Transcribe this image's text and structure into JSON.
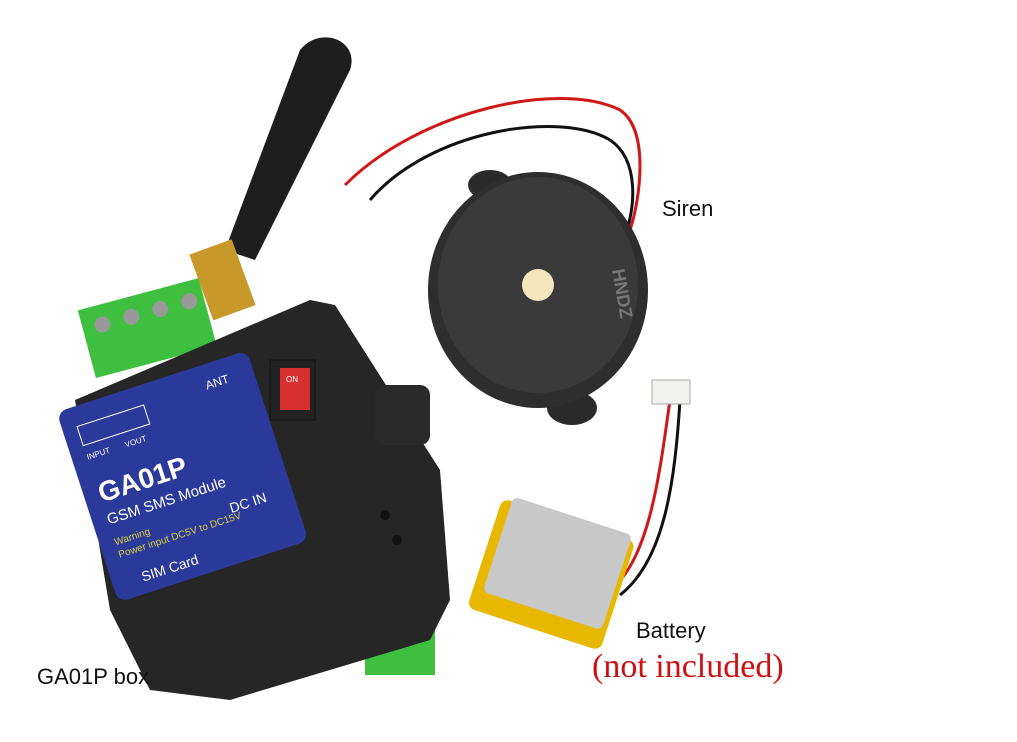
{
  "labels": {
    "siren": "Siren",
    "battery": "Battery",
    "battery_note": "(not included)",
    "box": "GA01P box"
  },
  "device": {
    "model": "GA01P",
    "subtitle": "GSM SMS Module",
    "warning_title": "Warning",
    "warning_text": "Power input DC5V to DC15V",
    "sim": "SIM Card",
    "dc_in": "DC IN",
    "ant": "ANT",
    "vout": "VOUT",
    "input": "INPUT",
    "switch_on": "ON",
    "siren_brand": "HNDZ"
  },
  "colors": {
    "label_blue": "#2b3a9a",
    "note_red": "#d01010",
    "terminal_green": "#3fbf3f"
  }
}
